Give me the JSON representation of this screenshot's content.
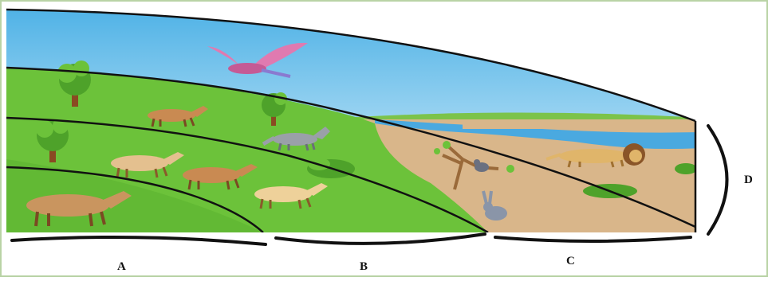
{
  "labels": {
    "a": "A",
    "b": "B",
    "c": "C",
    "d": "D"
  },
  "colors": {
    "frame": "#b9d3a6",
    "sky_top": "#5fb8e8",
    "sky_bottom": "#e9f6fc",
    "grass": "#6cc23a",
    "grass_dark": "#4ea22a",
    "soil": "#d9b68a",
    "water": "#4aa9e0",
    "ink": "#111111",
    "bird": "#e07ab0"
  },
  "icons": [
    "tree-icon",
    "deer-icon",
    "wolf-icon",
    "lion-icon",
    "rabbit-icon",
    "bird-icon",
    "shrub-icon"
  ]
}
